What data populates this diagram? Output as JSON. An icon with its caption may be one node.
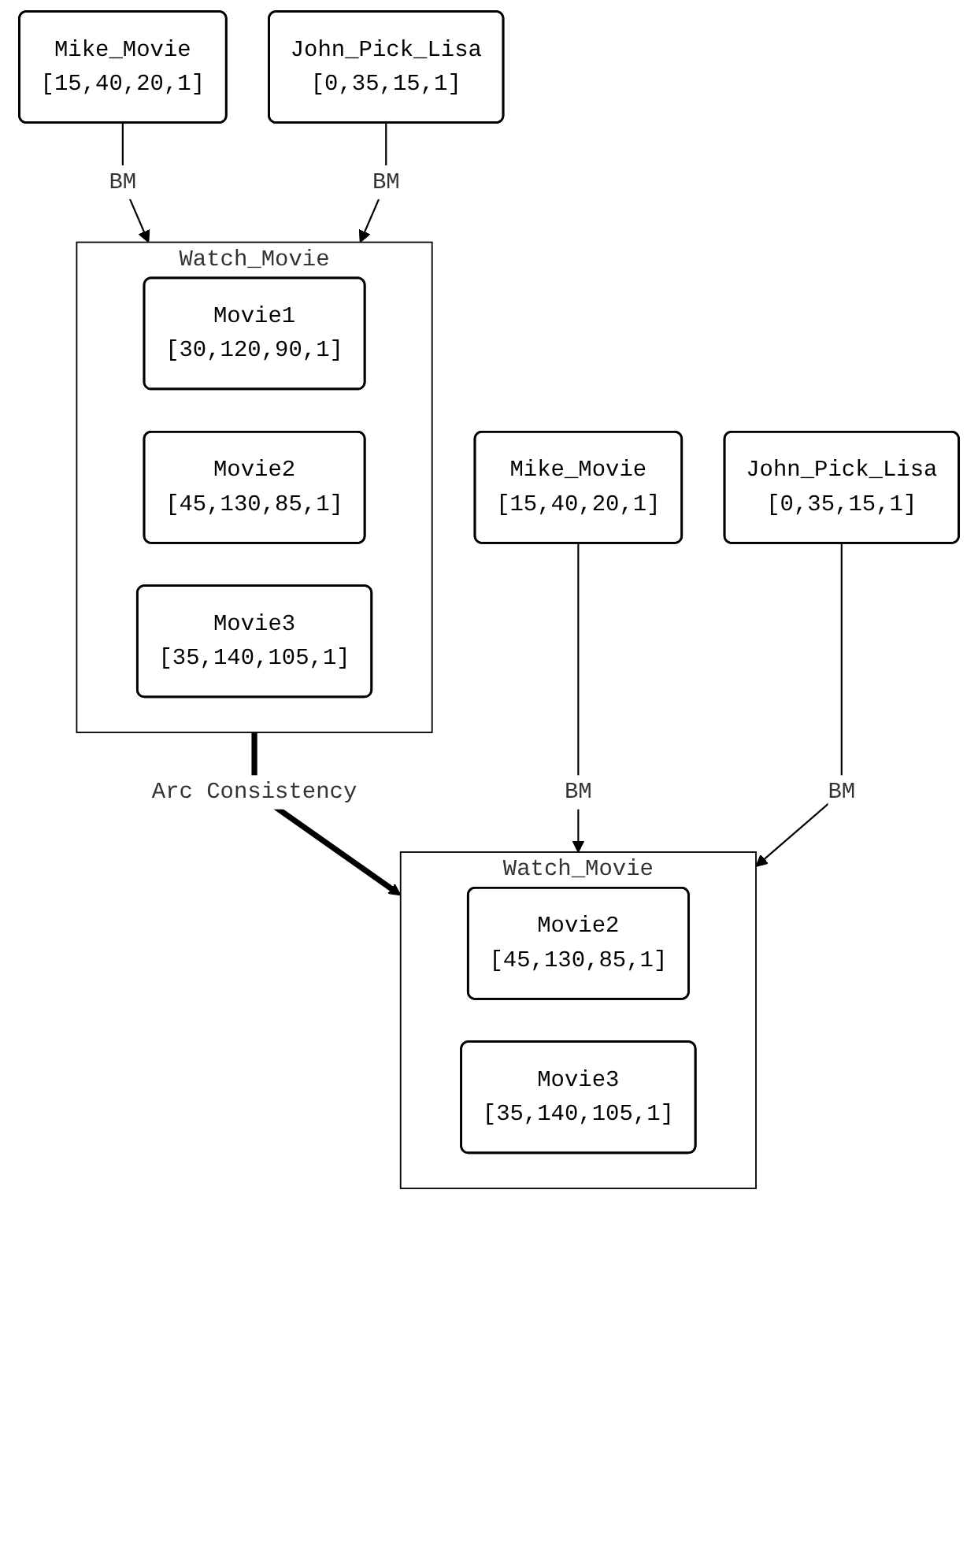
{
  "diagram": {
    "nodes": [
      {
        "text": [
          "John_Pick_Lisa",
          "[0,35,15,1]"
        ]
      },
      {
        "text": [
          "Mike_Movie",
          "[15,40,20,1]"
        ]
      },
      {
        "text": [
          "Watch_Movie"
        ]
      },
      {
        "text": [
          "Movie1",
          "[30,120,90,1]"
        ],
        "in": 2
      },
      {
        "text": [
          "Movie2",
          "[45,130,85,1]"
        ],
        "in": 2
      },
      {
        "text": [
          "Movie3",
          "[35,140,105,1]"
        ],
        "in": 2
      },
      {
        "text": [
          "John_Pick_Lisa",
          "[0,35,15,1]"
        ]
      },
      {
        "text": [
          "Mike_Movie",
          "[15,40,20,1]"
        ]
      },
      {
        "text": [
          "Watch_Movie"
        ]
      },
      {
        "text": [
          "Movie2",
          "[45,130,85,1]"
        ],
        "in": 8
      },
      {
        "text": [
          "Movie3",
          "[35,140,105,1]"
        ],
        "in": 8
      }
    ],
    "edges": [
      {
        "from": 1,
        "to": 2,
        "arrow": "to",
        "label": "BM"
      },
      {
        "from": 0,
        "to": 2,
        "arrow": "to",
        "label": "BM"
      },
      {
        "from": 2,
        "to": 8,
        "arrow": "to",
        "label": "Arc Consistency",
        "style": "thick"
      },
      {
        "from": 7,
        "to": 8,
        "arrow": "to",
        "label": "BM"
      },
      {
        "from": 6,
        "to": 8,
        "arrow": "to",
        "label": "BM"
      }
    ]
  }
}
